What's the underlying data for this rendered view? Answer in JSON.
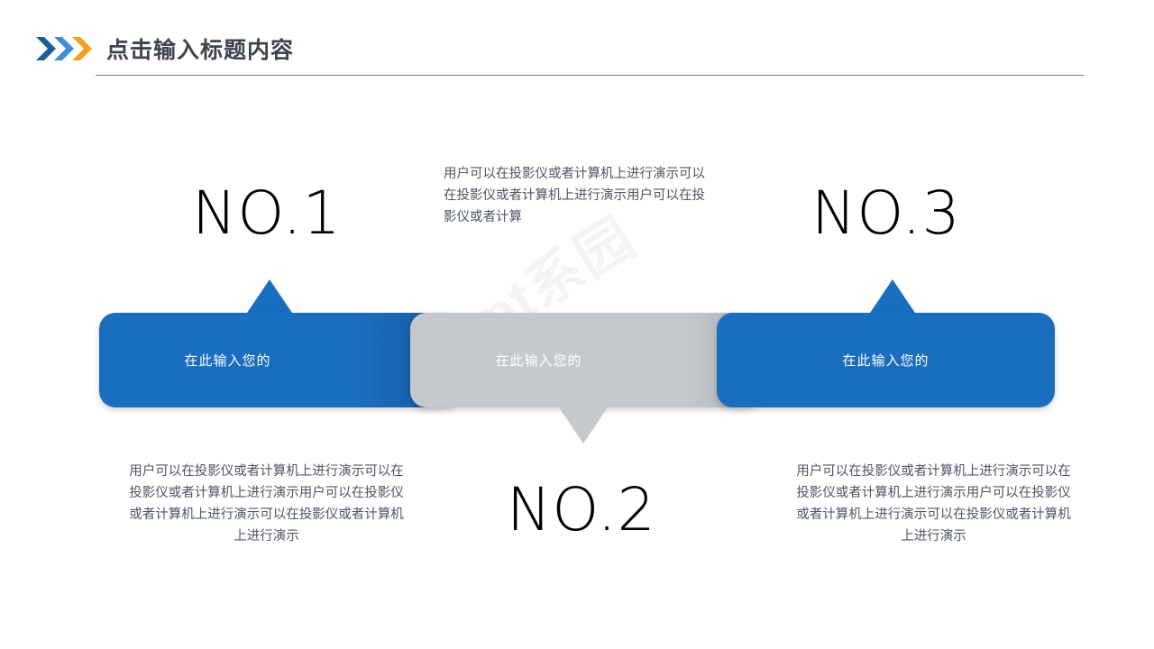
{
  "header": {
    "title": "点击输入标题内容",
    "chevrons": [
      {
        "name": "chevron-right-icon-1",
        "color": "#1C5E96"
      },
      {
        "name": "chevron-right-icon-2",
        "color": "#3E8FD4"
      },
      {
        "name": "chevron-right-icon-3",
        "color": "#F2A01E"
      }
    ],
    "rule_color": "#7a7a7a"
  },
  "watermark": {
    "text": "ppt系园"
  },
  "palette": {
    "blue": "#1a6ec0",
    "blue_dark": "#15579a",
    "gray": "#c5c8cc",
    "gray_dark": "#a9acb1",
    "title_text": "#3d4450",
    "body_text": "#4c5666",
    "bar_text": "#ffffff"
  },
  "steps": [
    {
      "id": "step-1",
      "heading": "NO.1",
      "bar_label": "在此输入您的",
      "bar_color": "#1a6ec0",
      "pointer": "up",
      "description": "用户可以在投影仪或者计算机上进行演示可以在投影仪或者计算机上进行演示用户可以在投影仪或者计算机上进行演示可以在投影仪或者计算机上进行演示"
    },
    {
      "id": "step-2",
      "heading": "NO.2",
      "bar_label": "在此输入您的",
      "bar_color": "#c5c8cc",
      "pointer": "down",
      "description": "用户可以在投影仪或者计算机上进行演示可以在投影仪或者计算机上进行演示用户可以在投影仪或者计算"
    },
    {
      "id": "step-3",
      "heading": "NO.3",
      "bar_label": "在此输入您的",
      "bar_color": "#1a6ec0",
      "pointer": "up",
      "description": "用户可以在投影仪或者计算机上进行演示可以在投影仪或者计算机上进行演示用户可以在投影仪或者计算机上进行演示可以在投影仪或者计算机上进行演示"
    }
  ]
}
